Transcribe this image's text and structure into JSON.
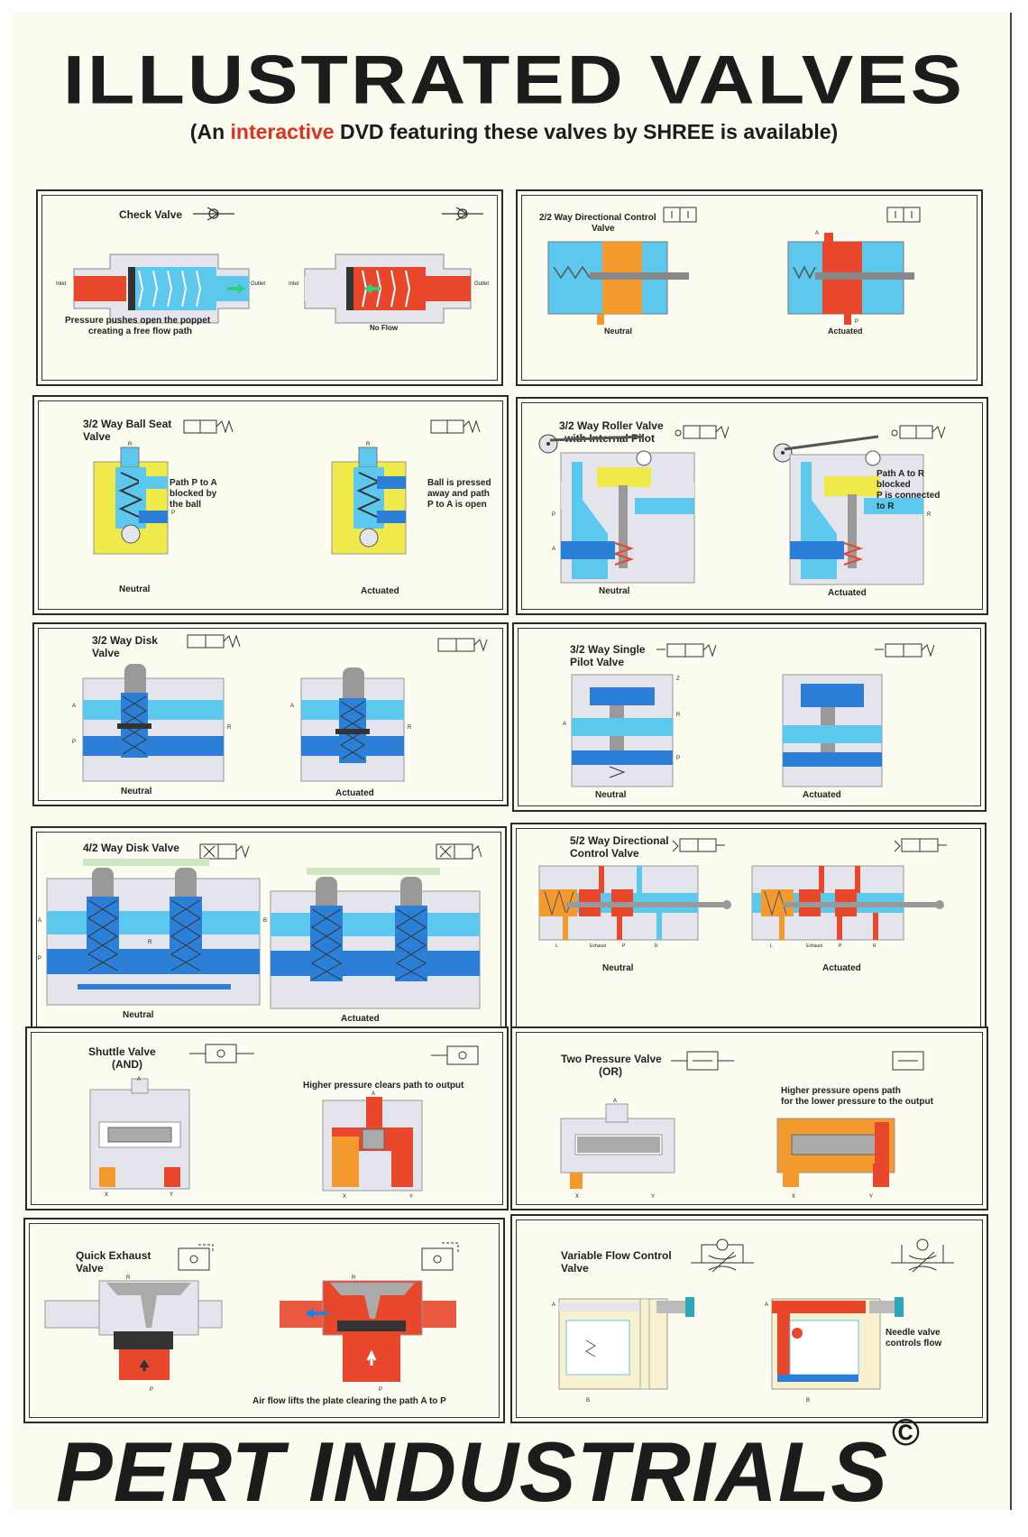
{
  "header": {
    "title": "ILLUSTRATED VALVES",
    "subtitle_before": "(An ",
    "subtitle_highlight": "interactive",
    "subtitle_after": " DVD featuring these valves by SHREE is available)"
  },
  "footer": {
    "brand": "PERT INDUSTRIALS",
    "copyright": "©"
  },
  "colors": {
    "pressure_red": "#e8472c",
    "air_blue": "#5cc8ee",
    "deep_blue": "#2c7fd6",
    "body_grey": "#e4e4ec",
    "yellow": "#f0e94a",
    "orange": "#f29a2e",
    "highlight_red": "#e0301e"
  },
  "panels": {
    "check": {
      "title": "Check Valve",
      "caption_left": "Pressure pushes open the poppet creating a free flow path",
      "caption_left_line1": "Pressure pushes open the poppet",
      "caption_left_line2": "creating a free flow path",
      "caption_right": "No Flow",
      "inlet": "Inlet",
      "outlet": "Outlet"
    },
    "way22": {
      "title_line1": "2/2 Way Directional Control",
      "title_line2": "Valve",
      "left": "Neutral",
      "right": "Actuated",
      "port_a": "A",
      "port_p": "P"
    },
    "ballseat": {
      "title_line1": "3/2 Way Ball Seat",
      "title_line2": "Valve",
      "note_left_1": "Path P to A",
      "note_left_2": "blocked by",
      "note_left_3": "the ball",
      "note_right_1": "Ball is pressed",
      "note_right_2": "away and path",
      "note_right_3": "P to A is open",
      "left": "Neutral",
      "right": "Actuated",
      "port_r": "R",
      "port_p": "P",
      "port_a": "A"
    },
    "roller": {
      "title_line1": "3/2 Way Roller Valve",
      "title_line2": "with Internal Pilot",
      "note_1": "Path A to R",
      "note_2": "blocked",
      "note_3": "P is connected",
      "note_4": "to R",
      "left": "Neutral",
      "right": "Actuated",
      "port_p": "P",
      "port_a": "A",
      "port_r": "R"
    },
    "disk32": {
      "title_line1": "3/2 Way Disk",
      "title_line2": "Valve",
      "left": "Neutral",
      "right": "Actuated",
      "port_a": "A",
      "port_p": "P",
      "port_r": "R"
    },
    "single_pilot": {
      "title_line1": "3/2 Way Single",
      "title_line2": "Pilot Valve",
      "left": "Neutral",
      "right": "Actuated",
      "port_z": "Z",
      "port_a": "A",
      "port_r": "R",
      "port_p": "P"
    },
    "disk42": {
      "title": "4/2 Way Disk Valve",
      "left": "Neutral",
      "right": "Actuated",
      "port_a": "A",
      "port_b": "B",
      "port_p": "P",
      "port_r": "R"
    },
    "way52": {
      "title_line1": "5/2 Way Directional",
      "title_line2": "Control Valve",
      "left": "Neutral",
      "right": "Actuated",
      "port_l": "L",
      "port_exhaust": "Exhaust",
      "port_p": "P",
      "port_r": "R"
    },
    "shuttle": {
      "title_line1": "Shuttle   Valve",
      "title_line2": "(AND)",
      "note": "Higher pressure clears path to output",
      "port_a": "A",
      "port_x": "X",
      "port_y": "Y"
    },
    "twopressure": {
      "title_line1": "Two Pressure Valve",
      "title_line2": "(OR)",
      "note_1": "Higher pressure opens  path",
      "note_2": "for the lower pressure to the output",
      "port_a": "A",
      "port_x": "X",
      "port_y": "Y"
    },
    "quick": {
      "title_line1": "Quick Exhaust",
      "title_line2": "Valve",
      "note": "Air flow lifts the plate clearing the path A to P",
      "port_r": "R",
      "port_p": "P"
    },
    "flow": {
      "title_line1": "Variable Flow Control",
      "title_line2": "Valve",
      "note_1": "Needle valve",
      "note_2": "controls flow",
      "port_a": "A",
      "port_b": "B"
    }
  }
}
